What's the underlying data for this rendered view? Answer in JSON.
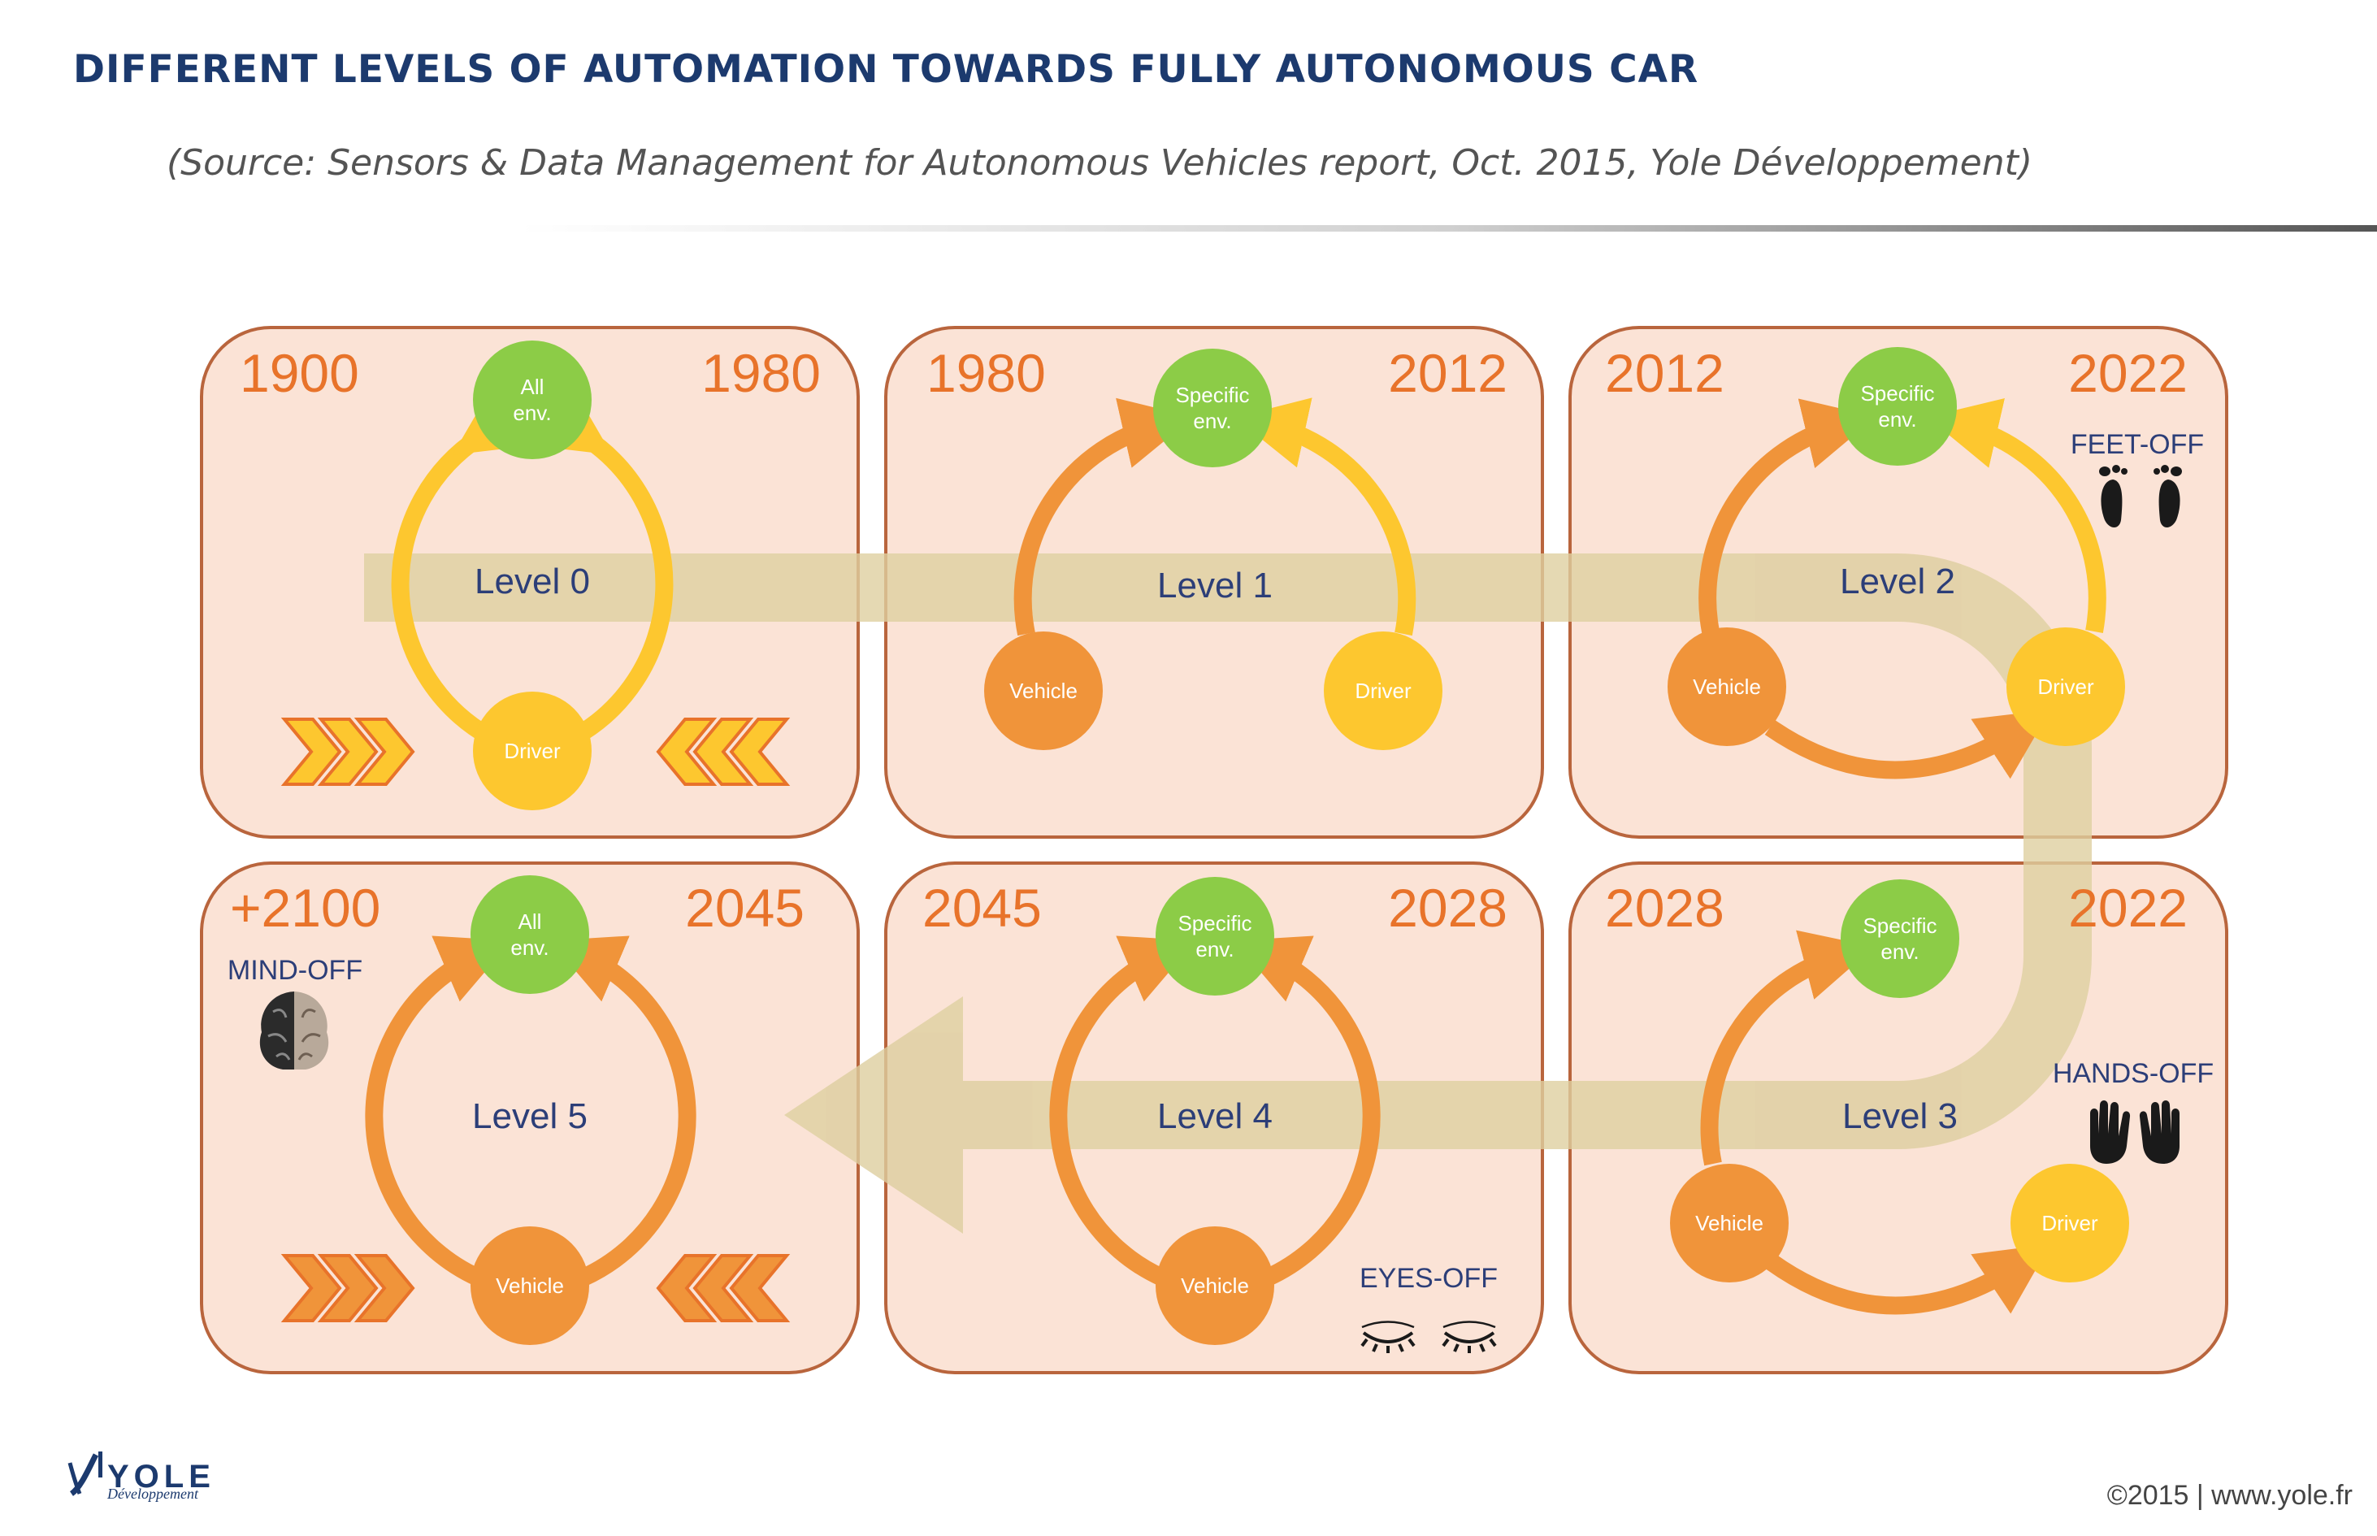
{
  "title": "DIFFERENT LEVELS OF AUTOMATION TOWARDS FULLY AUTONOMOUS CAR",
  "source": "(Source: Sensors & Data Management for Autonomous Vehicles report, Oct. 2015, Yole Développement)",
  "copyright": "©2015 | www.yole.fr",
  "logo": {
    "name": "YOLE",
    "sub": "Développement"
  },
  "colors": {
    "panel_fill": "#fbe3d6",
    "panel_border": "#b9653d",
    "band": "#decfa0",
    "green": "#8ccc47",
    "orange": "#f0943a",
    "yellow": "#fdc72f"
  },
  "levels": [
    {
      "label": "Level 0",
      "year_left": "1900",
      "year_right": "1980",
      "nodes": [
        {
          "label": [
            "All",
            "env."
          ],
          "color": "green"
        },
        {
          "label": [
            "Driver"
          ],
          "color": "yellow"
        }
      ],
      "badge": null
    },
    {
      "label": "Level 1",
      "year_left": "1980",
      "year_right": "2012",
      "nodes": [
        {
          "label": [
            "Specific",
            "env."
          ],
          "color": "green"
        },
        {
          "label": [
            "Vehicle"
          ],
          "color": "orange"
        },
        {
          "label": [
            "Driver"
          ],
          "color": "yellow"
        }
      ],
      "badge": null
    },
    {
      "label": "Level 2",
      "year_left": "2012",
      "year_right": "2022",
      "nodes": [
        {
          "label": [
            "Specific",
            "env."
          ],
          "color": "green"
        },
        {
          "label": [
            "Vehicle"
          ],
          "color": "orange"
        },
        {
          "label": [
            "Driver"
          ],
          "color": "yellow"
        }
      ],
      "badge": {
        "text": "FEET-OFF",
        "icon": "feet-icon"
      }
    },
    {
      "label": "Level 3",
      "year_left": "2028",
      "year_right": "2022",
      "nodes": [
        {
          "label": [
            "Specific",
            "env."
          ],
          "color": "green"
        },
        {
          "label": [
            "Vehicle"
          ],
          "color": "orange"
        },
        {
          "label": [
            "Driver"
          ],
          "color": "yellow"
        }
      ],
      "badge": {
        "text": "HANDS-OFF",
        "icon": "hands-icon"
      }
    },
    {
      "label": "Level 4",
      "year_left": "2045",
      "year_right": "2028",
      "nodes": [
        {
          "label": [
            "Specific",
            "env."
          ],
          "color": "green"
        },
        {
          "label": [
            "Vehicle"
          ],
          "color": "orange"
        }
      ],
      "badge": {
        "text": "EYES-OFF",
        "icon": "closed-eyes-icon"
      }
    },
    {
      "label": "Level 5",
      "year_left": "+2100",
      "year_right": "2045",
      "nodes": [
        {
          "label": [
            "All",
            "env."
          ],
          "color": "green"
        },
        {
          "label": [
            "Vehicle"
          ],
          "color": "orange"
        }
      ],
      "badge": {
        "text": "MIND-OFF",
        "icon": "brain-icon"
      }
    }
  ]
}
